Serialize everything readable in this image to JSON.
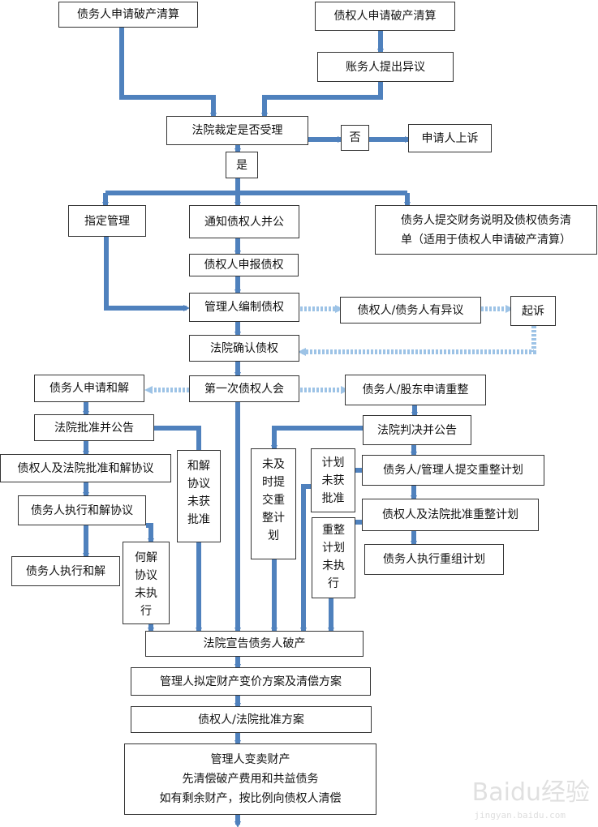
{
  "nodes": {
    "debtor_apply": "债务人申请破产清算",
    "creditor_apply": "债权人申请破产清算",
    "debtor_objection": "账务人提出异议",
    "court_ruling": "法院裁定是否受理",
    "no_label": "否",
    "applicant_appeal": "申请人上诉",
    "yes_label": "是",
    "appoint_admin": "指定管理",
    "notify_creditors": "通知债权人并公",
    "debtor_submit": "债务人提交财务说明及债权债务清\n单（适用于债权人申请破产清算）",
    "creditor_declare": "债权人申报债权",
    "admin_compile": "管理人编制债权",
    "dispute": "债权人/债务人有异议",
    "sue": "起诉",
    "court_confirm": "法院确认债权",
    "first_meeting": "第一次债权人会",
    "debtor_settlement": "债务人申请和解",
    "court_approve_announce": "法院批准并公告",
    "settlement_not_approved": "和解\n协议\n未获\n批准",
    "creditor_court_approve_settlement": "债权人及法院批准和解协议",
    "debtor_execute_settlement_agreement": "债务人执行和解协议",
    "debtor_execute_settlement": "债务人执行和解",
    "settlement_not_executed": "何解\n协议\n未执\n行",
    "reorg_apply": "债务人/股东申请重整",
    "court_ruling_announce": "法院判决并公告",
    "not_timely_submit": "未及\n时提\n交重\n整计\n划",
    "plan_not_approved": "计划\n未获\n批准",
    "submit_reorg_plan": "债务人/管理人提交重整计划",
    "approve_reorg_plan": "债权人及法院批准重整计划",
    "reorg_not_executed": "重整\n计划\n未执\n行",
    "execute_reorg_plan": "债务人执行重组计划",
    "declare_bankrupt": "法院宣告债务人破产",
    "liquidation_plan": "管理人拟定财产变价方案及清偿方案",
    "approve_plan": "债权人/法院批准方案",
    "final_step": "管理人变卖财产\n先清偿破产费用和共益债务\n如有剩余财产，按比例向债权人清偿"
  },
  "watermark": "Baidu经验",
  "watermark_url": "jingyan.baidu.com",
  "colors": {
    "arrow": "#4f81bd",
    "arrow_dark": "#3b6ea8",
    "border": "#333333",
    "dashed": "#9dc3e6"
  }
}
